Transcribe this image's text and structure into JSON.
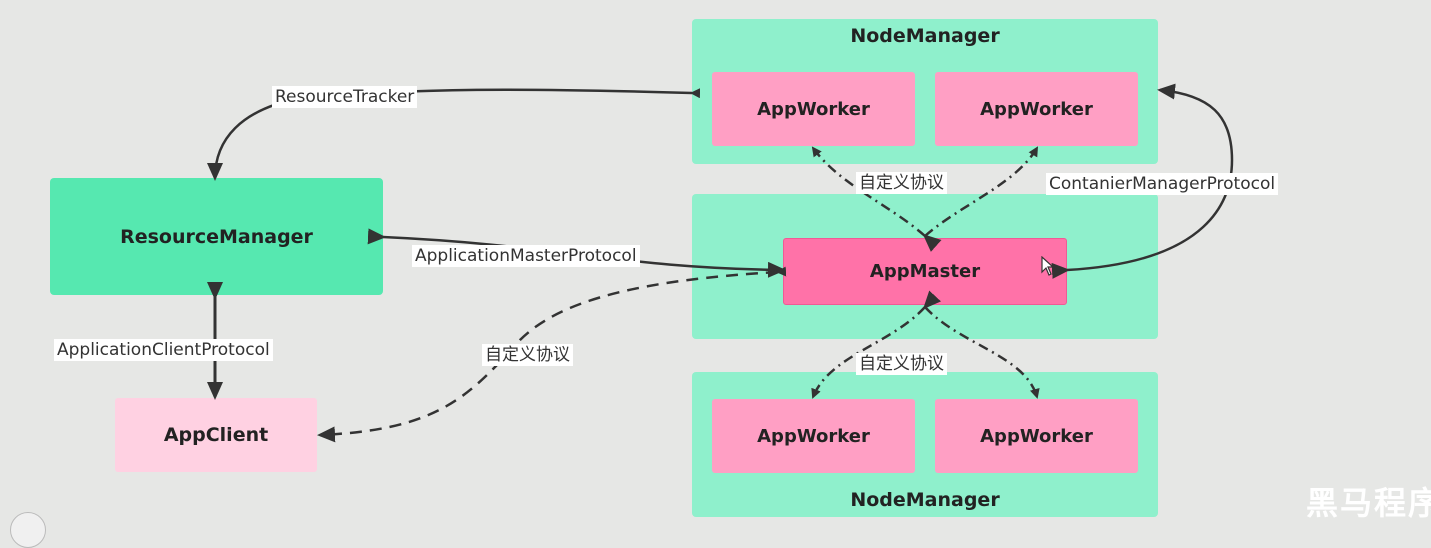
{
  "nodes": {
    "node_manager_top": "NodeManager",
    "node_manager_bottom": "NodeManager",
    "app_worker_top_left": "AppWorker",
    "app_worker_top_right": "AppWorker",
    "app_worker_bottom_left": "AppWorker",
    "app_worker_bottom_right": "AppWorker",
    "app_master": "AppMaster",
    "resource_manager": "ResourceManager",
    "app_client": "AppClient"
  },
  "edges": {
    "resource_tracker": "ResourceTracker",
    "application_master_protocol": "ApplicationMasterProtocol",
    "application_client_protocol": "ApplicationClientProtocol",
    "container_manager_protocol": "ContanierManagerProtocol",
    "custom_protocol_top": "自定义协议",
    "custom_protocol_client": "自定义协议",
    "custom_protocol_bottom": "自定义协议"
  },
  "watermark": "黑马程序员",
  "colors": {
    "background": "#e6e7e5",
    "node_manager": "#8ff0cc",
    "resource_manager": "#56e8b0",
    "app_worker": "#ff9fc4",
    "app_master": "#ff72a8",
    "app_client": "#ffd1e2",
    "edge": "#333333"
  }
}
